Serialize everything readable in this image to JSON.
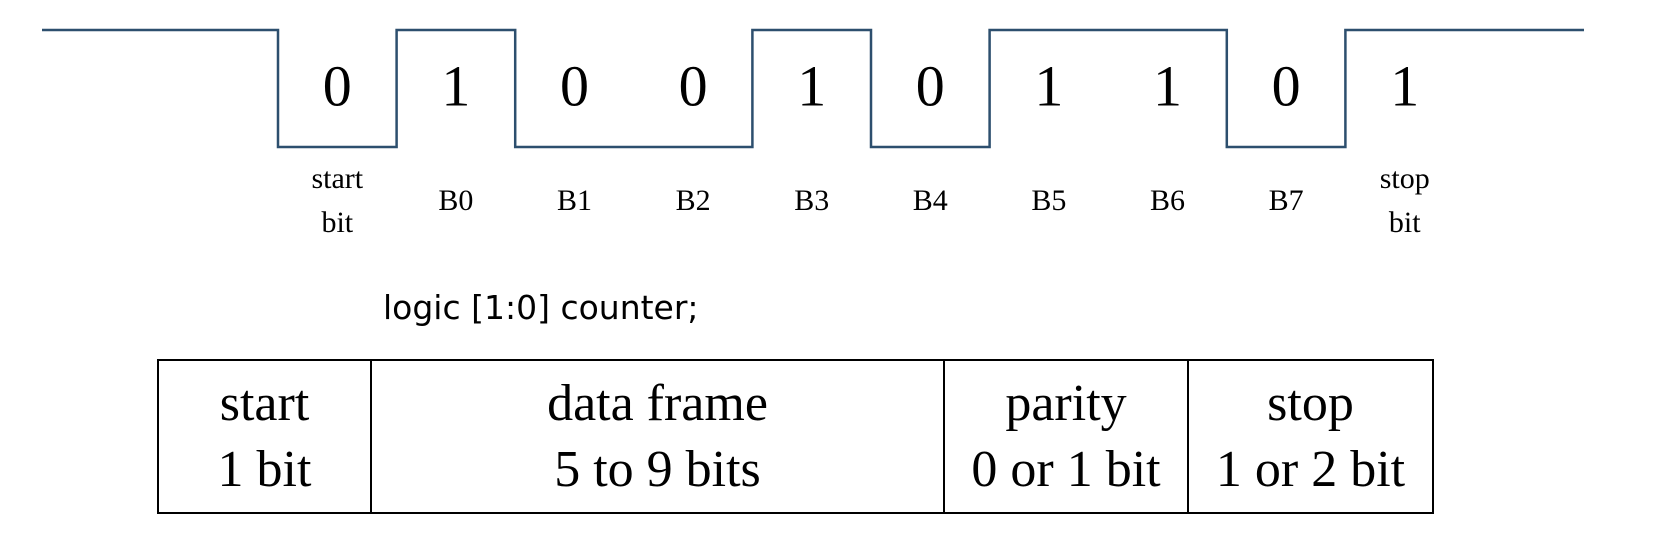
{
  "waveform": {
    "line_color": "#2d4f6e",
    "bits": [
      {
        "value": "0",
        "label": [
          "start",
          "bit"
        ]
      },
      {
        "value": "1",
        "label": [
          "B0"
        ]
      },
      {
        "value": "0",
        "label": [
          "B1"
        ]
      },
      {
        "value": "0",
        "label": [
          "B2"
        ]
      },
      {
        "value": "1",
        "label": [
          "B3"
        ]
      },
      {
        "value": "0",
        "label": [
          "B4"
        ]
      },
      {
        "value": "1",
        "label": [
          "B5"
        ]
      },
      {
        "value": "1",
        "label": [
          "B6"
        ]
      },
      {
        "value": "0",
        "label": [
          "B7"
        ]
      },
      {
        "value": "1",
        "label": [
          "stop",
          "bit"
        ]
      }
    ]
  },
  "code_line": "logic [1:0] counter;",
  "frame_table": {
    "cells": [
      {
        "title": "start",
        "size": "1 bit"
      },
      {
        "title": "data frame",
        "size": "5 to 9 bits"
      },
      {
        "title": "parity",
        "size": "0 or 1 bit"
      },
      {
        "title": "stop",
        "size": "1 or 2 bit"
      }
    ]
  }
}
